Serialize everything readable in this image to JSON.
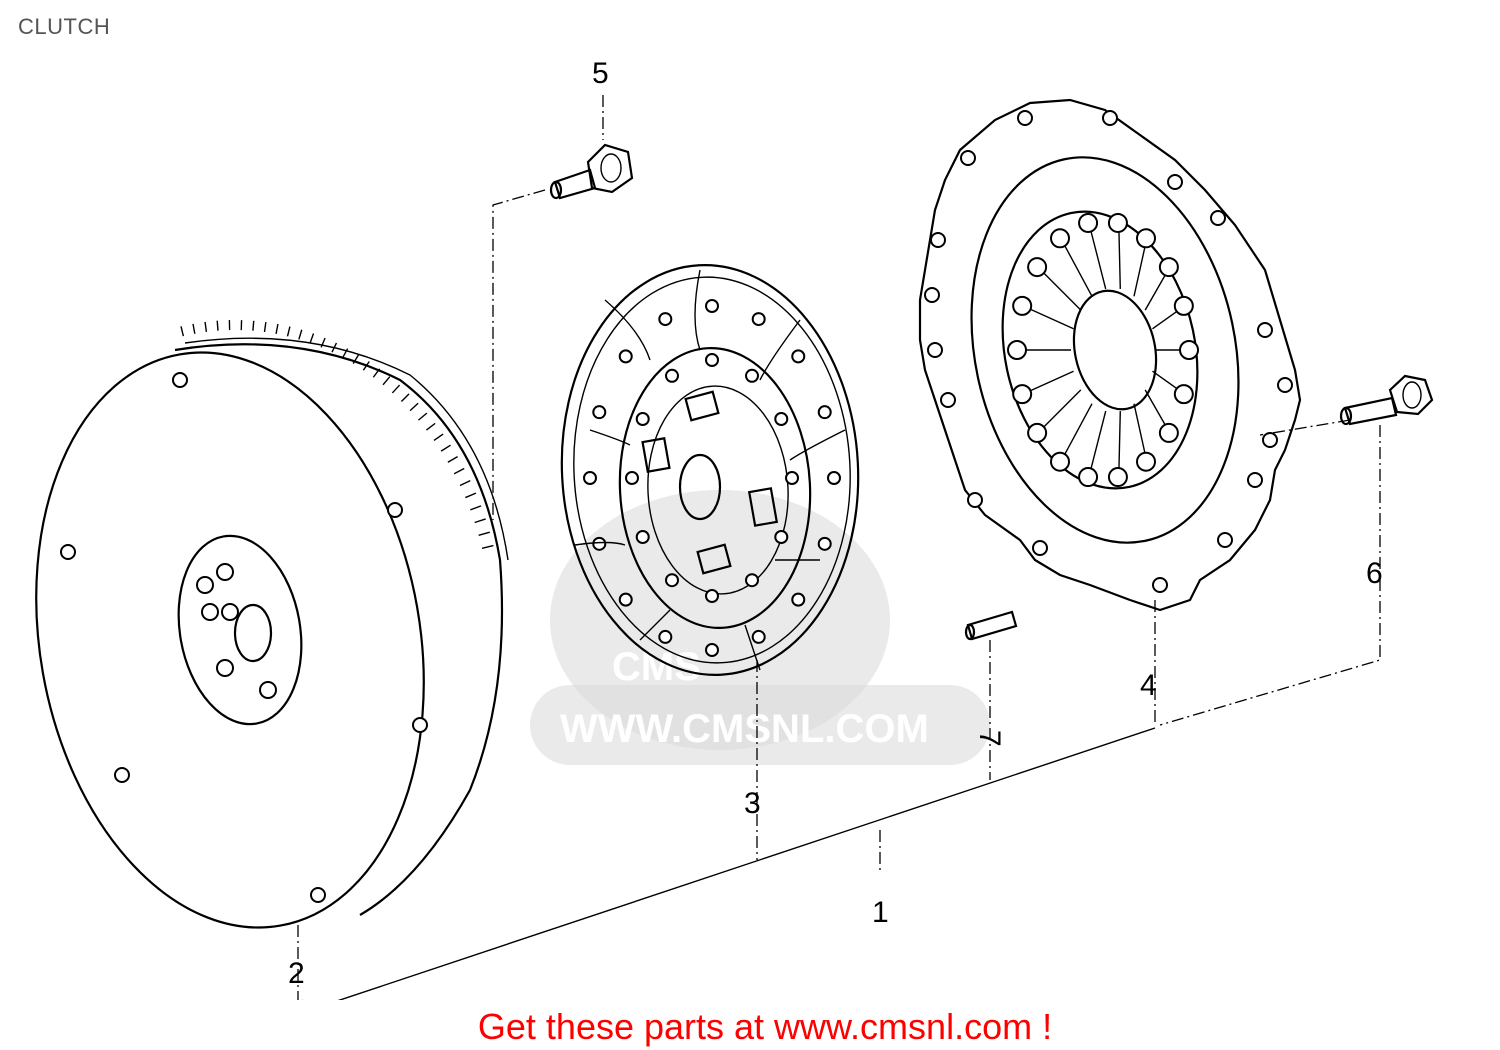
{
  "title": "CLUTCH",
  "callouts": [
    {
      "id": "1",
      "label": "1"
    },
    {
      "id": "2",
      "label": "2"
    },
    {
      "id": "3",
      "label": "3"
    },
    {
      "id": "4",
      "label": "4"
    },
    {
      "id": "5",
      "label": "5"
    },
    {
      "id": "6",
      "label": "6"
    },
    {
      "id": "7",
      "label": "7"
    }
  ],
  "watermark": {
    "text": "WWW.CMSNL.COM",
    "logo_text": "CMS"
  },
  "cta": "Get these parts at www.cmsnl.com !",
  "colors": {
    "cta": "#ff0000",
    "title": "#555555",
    "line": "#000000",
    "watermark": "#d8d8d8"
  }
}
